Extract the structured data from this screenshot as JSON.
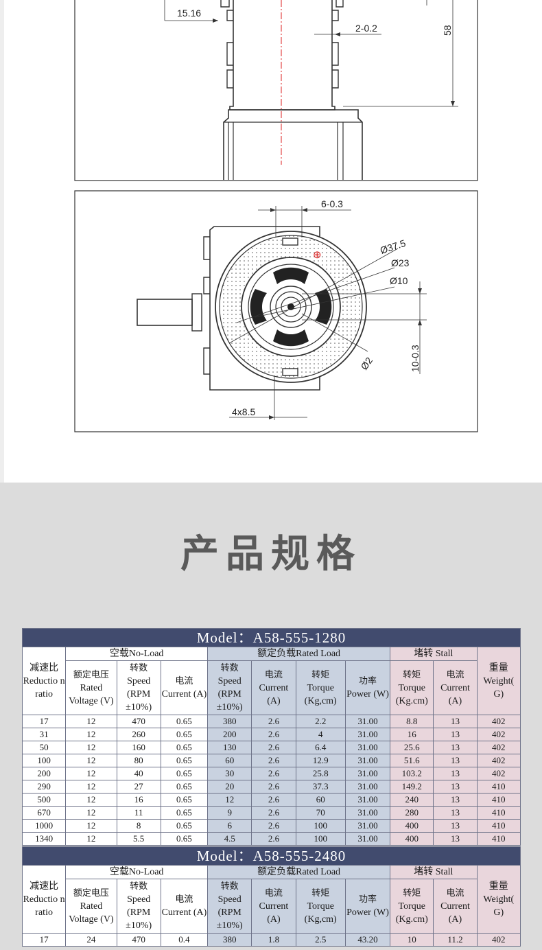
{
  "drawing_top": {
    "dim_left": "15.16",
    "dim_mid": "2-0.2",
    "dim_right": "58"
  },
  "drawing_bottom": {
    "dim_top": "6-0.3",
    "dia_outer": "Ø37.5",
    "dia_mid": "Ø23",
    "dia_inner": "Ø10",
    "dia_small": "Ø2",
    "dim_right": "10-0.3",
    "dim_bottom": "4x8.5",
    "polarity_symbol": "⊕"
  },
  "section_title": "产品规格",
  "colors": {
    "model_bar": "#414b6e",
    "rated_group": "#c9d2e0",
    "stall_group": "#e9d6dc",
    "page_background": "#dcdcdc"
  },
  "header": {
    "no_load": "空载No-Load",
    "rated_load": "额定负载Rated Load",
    "stall": "堵转 Stall",
    "ratio_zh": "减速比",
    "ratio_en": "Reductio n ratio",
    "voltage_zh": "额定电压",
    "voltage_en": "Rated Voltage (V)",
    "speed_zh": "转数",
    "speed_en": "Speed (RPM ±10%)",
    "current_zh": "电流",
    "current_en": "Current (A)",
    "torque_zh": "转矩",
    "torque_en": "Torque (Kg,cm)",
    "power_zh": "功率",
    "power_en": "Power (W)",
    "stall_torque_zh": "转矩",
    "stall_torque_en": "Torque (Kg.cm)",
    "weight_zh": "重量",
    "weight_en": "Weight( G)"
  },
  "tables": [
    {
      "model": "Model：A58-555-1280",
      "rows": [
        [
          "17",
          "12",
          "470",
          "0.65",
          "380",
          "2.6",
          "2.2",
          "31.00",
          "8.8",
          "13",
          "402"
        ],
        [
          "31",
          "12",
          "260",
          "0.65",
          "200",
          "2.6",
          "4",
          "31.00",
          "16",
          "13",
          "402"
        ],
        [
          "50",
          "12",
          "160",
          "0.65",
          "130",
          "2.6",
          "6.4",
          "31.00",
          "25.6",
          "13",
          "402"
        ],
        [
          "100",
          "12",
          "80",
          "0.65",
          "60",
          "2.6",
          "12.9",
          "31.00",
          "51.6",
          "13",
          "402"
        ],
        [
          "200",
          "12",
          "40",
          "0.65",
          "30",
          "2.6",
          "25.8",
          "31.00",
          "103.2",
          "13",
          "402"
        ],
        [
          "290",
          "12",
          "27",
          "0.65",
          "20",
          "2.6",
          "37.3",
          "31.00",
          "149.2",
          "13",
          "410"
        ],
        [
          "500",
          "12",
          "16",
          "0.65",
          "12",
          "2.6",
          "60",
          "31.00",
          "240",
          "13",
          "410"
        ],
        [
          "670",
          "12",
          "11",
          "0.65",
          "9",
          "2.6",
          "70",
          "31.00",
          "280",
          "13",
          "410"
        ],
        [
          "1000",
          "12",
          "8",
          "0.65",
          "6",
          "2.6",
          "100",
          "31.00",
          "400",
          "13",
          "410"
        ],
        [
          "1340",
          "12",
          "5.5",
          "0.65",
          "4.5",
          "2.6",
          "100",
          "31.00",
          "400",
          "13",
          "410"
        ]
      ]
    },
    {
      "model": "Model：A58-555-2480",
      "rows": [
        [
          "17",
          "24",
          "470",
          "0.4",
          "380",
          "1.8",
          "2.5",
          "43.20",
          "10",
          "11.2",
          "402"
        ]
      ]
    }
  ]
}
